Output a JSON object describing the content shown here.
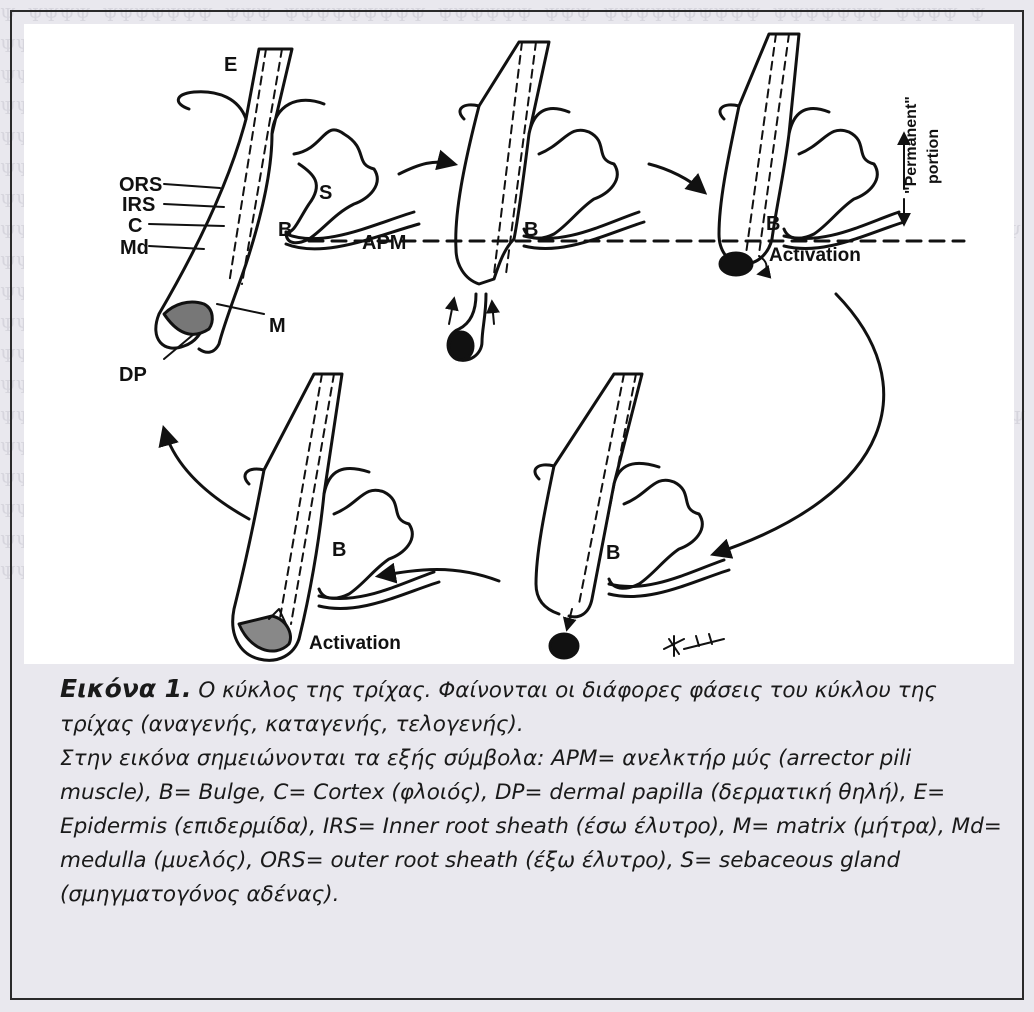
{
  "labels": {
    "E": "E",
    "ORS": "ORS",
    "IRS": "IRS",
    "C": "C",
    "Md": "Md",
    "S": "S",
    "B": "B",
    "APM": "APM",
    "M": "M",
    "DP": "DP",
    "permanent_quoted": "\"Permanent\"",
    "portion": "portion",
    "activation": "Activation"
  },
  "caption": {
    "figure_label": "Εικόνα 1.",
    "title": "Ο κύκλος της τρίχας. Φαίνονται οι διάφορες φάσεις του κύκλου της τρίχας (αναγενής, καταγενής, τελογενής).",
    "legend": "Στην εικόνα σημειώνονται τα εξής σύμβολα: APM= ανελκτήρ μύς (arrector pili muscle), B= Bulge, C= Cortex (φλοιός), DP= dermal papilla (δερματική θηλή), E= Epidermis (επιδερμίδα), IRS= Inner root sheath (έσω έλυτρο), M= matrix (μήτρα), Md= medulla (μυελός), ORS= outer root sheath (έξω έλυτρο), S= sebaceous gland (σμηγματογόνος αδένας)."
  },
  "colors": {
    "ink": "#111111",
    "paper": "#ffffff",
    "page": "#e9e8ee"
  }
}
